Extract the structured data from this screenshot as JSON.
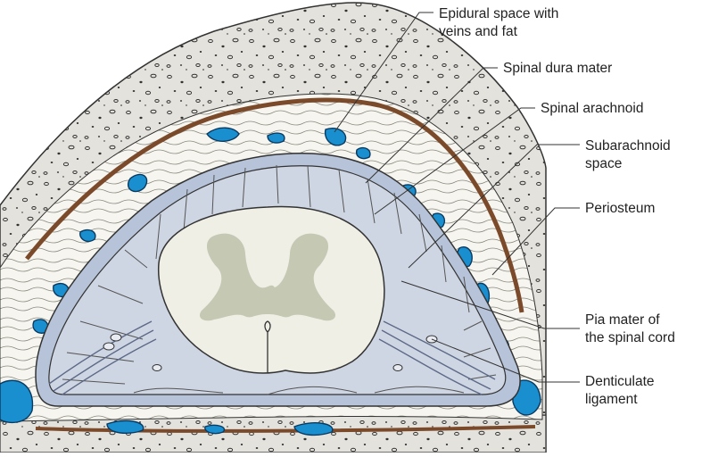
{
  "diagram": {
    "labels": {
      "epidural": [
        "Epidural space with",
        "veins and fat"
      ],
      "dura": [
        "Spinal dura mater"
      ],
      "arachnoid": [
        "Spinal arachnoid"
      ],
      "subarachnoid": [
        "Subarachnoid",
        "space"
      ],
      "periosteum": [
        "Periosteum"
      ],
      "pia": [
        "Pia mater of",
        "the spinal cord"
      ],
      "denticulate": [
        "Denticulate",
        "ligament"
      ]
    },
    "colors": {
      "bone": "#e4e2dc",
      "periosteum": "#7a4a2a",
      "epidural_fat": "#f6f5ef",
      "vein": "#1a8fd0",
      "dura": "#b6c3d8",
      "subarachnoid": "#cfd6e3",
      "cord_white": "#efefe6",
      "cord_grey": "#c5c8b2",
      "leader": "#333333"
    }
  }
}
